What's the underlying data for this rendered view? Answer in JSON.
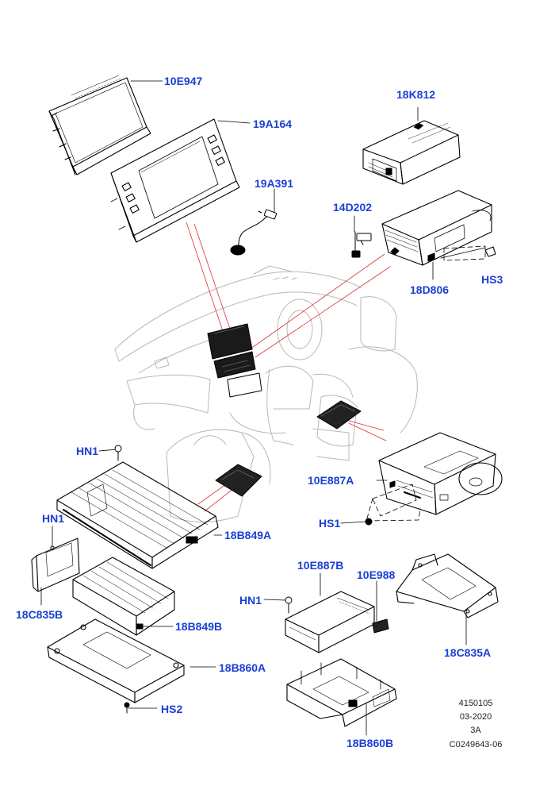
{
  "labels": {
    "l10E947": "10E947",
    "l19A164": "19A164",
    "l18K812": "18K812",
    "l19A391": "19A391",
    "l14D202": "14D202",
    "lHS3": "HS3",
    "l18D806": "18D806",
    "lHN1a": "HN1",
    "l10E887A": "10E887A",
    "lHS1": "HS1",
    "lHN1b": "HN1",
    "l18B849A": "18B849A",
    "l18C835B": "18C835B",
    "l18B849B": "18B849B",
    "l10E887B": "10E887B",
    "l10E988": "10E988",
    "lHN1c": "HN1",
    "l18C835A": "18C835A",
    "l18B860A": "18B860A",
    "lHS2": "HS2",
    "l18B860B": "18B860B"
  },
  "metadata": {
    "line1": "4150105",
    "line2": "03-2020",
    "line3": "3A",
    "line4": "C0249643-06"
  },
  "colors": {
    "label": "#1a3fd6",
    "line_art": "#000000",
    "faint_line": "#b8b8b8",
    "callout_red": "#e03030"
  }
}
